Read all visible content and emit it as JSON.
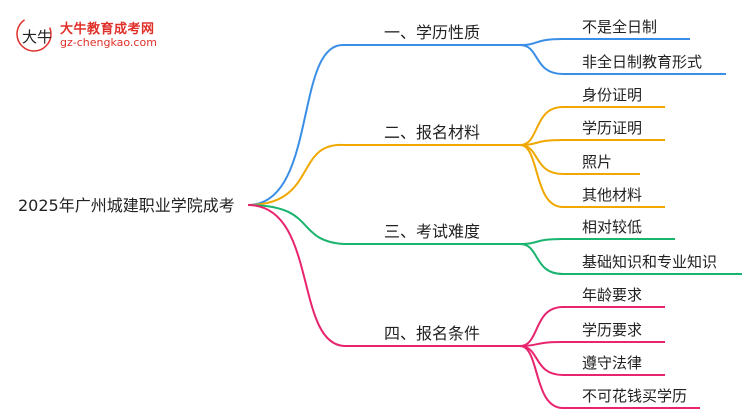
{
  "logo": {
    "name": "大牛教育成考网",
    "url": "gz-chengkao.com",
    "mark_text": "大牛",
    "color": "#e0302a"
  },
  "root": {
    "label": "2025年广州城建职业学院成考"
  },
  "branches": [
    {
      "label": "一、学历性质",
      "color": "#3a8ee6",
      "children": [
        "不是全日制",
        "非全日制教育形式"
      ]
    },
    {
      "label": "二、报名材料",
      "color": "#f0a800",
      "children": [
        "身份证明",
        "学历证明",
        "照片",
        "其他材料"
      ]
    },
    {
      "label": "三、考试难度",
      "color": "#19b46e",
      "children": [
        "相对较低",
        "基础知识和专业知识"
      ]
    },
    {
      "label": "四、报名条件",
      "color": "#e8246e",
      "children": [
        "年龄要求",
        "学历要求",
        "遵守法律",
        "不可花钱买学历"
      ]
    }
  ]
}
